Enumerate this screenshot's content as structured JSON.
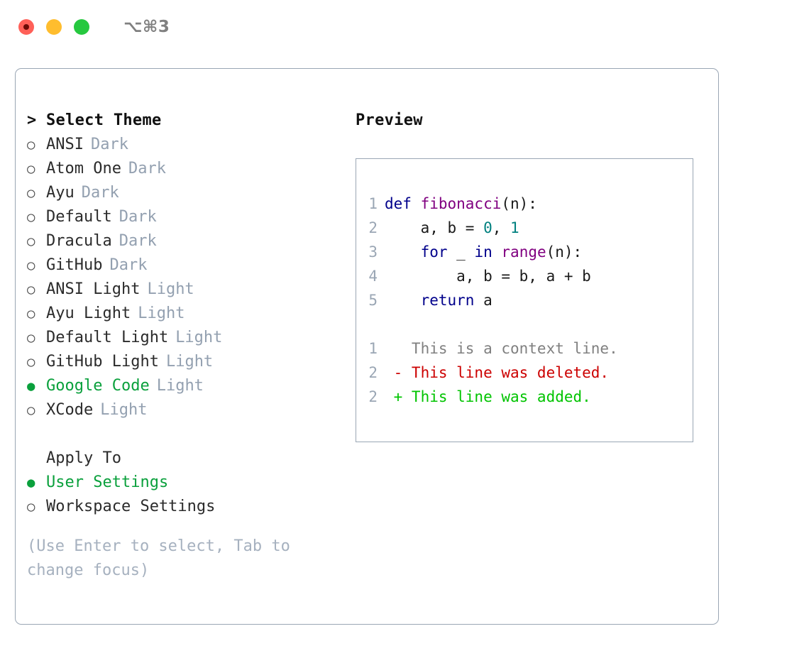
{
  "titlebar": {
    "shortcut": "⌥⌘3",
    "lights": [
      "close",
      "minimize",
      "zoom"
    ]
  },
  "left": {
    "header": {
      "caret": ">",
      "label": "Select Theme"
    },
    "marker_off": "○",
    "marker_on": "●",
    "themes": [
      {
        "name": "ANSI",
        "kind": "Dark",
        "selected": false
      },
      {
        "name": "Atom One",
        "kind": "Dark",
        "selected": false
      },
      {
        "name": "Ayu",
        "kind": "Dark",
        "selected": false
      },
      {
        "name": "Default",
        "kind": "Dark",
        "selected": false
      },
      {
        "name": "Dracula",
        "kind": "Dark",
        "selected": false
      },
      {
        "name": "GitHub",
        "kind": "Dark",
        "selected": false
      },
      {
        "name": "ANSI Light",
        "kind": "Light",
        "selected": false
      },
      {
        "name": "Ayu Light",
        "kind": "Light",
        "selected": false
      },
      {
        "name": "Default Light",
        "kind": "Light",
        "selected": false
      },
      {
        "name": "GitHub Light",
        "kind": "Light",
        "selected": false
      },
      {
        "name": "Google Code",
        "kind": "Light",
        "selected": true
      },
      {
        "name": "XCode",
        "kind": "Light",
        "selected": false
      }
    ],
    "apply_to": {
      "label": "Apply To",
      "options": [
        {
          "name": "User Settings",
          "selected": true
        },
        {
          "name": "Workspace Settings",
          "selected": false
        }
      ]
    },
    "hint": "(Use Enter to select, Tab to change focus)"
  },
  "right": {
    "title": "Preview",
    "code": [
      {
        "ln": "1",
        "tokens": [
          {
            "t": "def ",
            "c": "kw"
          },
          {
            "t": "fibonacci",
            "c": "fn"
          },
          {
            "t": "(n):",
            "c": "pl"
          }
        ]
      },
      {
        "ln": "2",
        "tokens": [
          {
            "t": "    a, b = ",
            "c": "pl"
          },
          {
            "t": "0",
            "c": "num"
          },
          {
            "t": ", ",
            "c": "pl"
          },
          {
            "t": "1",
            "c": "num"
          }
        ]
      },
      {
        "ln": "3",
        "tokens": [
          {
            "t": "    ",
            "c": "pl"
          },
          {
            "t": "for",
            "c": "kw"
          },
          {
            "t": " _ ",
            "c": "pl"
          },
          {
            "t": "in",
            "c": "kw"
          },
          {
            "t": " ",
            "c": "pl"
          },
          {
            "t": "range",
            "c": "fn"
          },
          {
            "t": "(n):",
            "c": "pl"
          }
        ]
      },
      {
        "ln": "4",
        "tokens": [
          {
            "t": "        a, b = b, a + b",
            "c": "pl"
          }
        ]
      },
      {
        "ln": "5",
        "tokens": [
          {
            "t": "    ",
            "c": "pl"
          },
          {
            "t": "return",
            "c": "kw"
          },
          {
            "t": " a",
            "c": "pl"
          }
        ]
      }
    ],
    "diff": [
      {
        "ln": "1",
        "tokens": [
          {
            "t": "   This is a context line.",
            "c": "ctx"
          }
        ]
      },
      {
        "ln": "2",
        "tokens": [
          {
            "t": " - This line was deleted.",
            "c": "del"
          }
        ]
      },
      {
        "ln": "2",
        "tokens": [
          {
            "t": " + This line was added.",
            "c": "add"
          }
        ]
      }
    ]
  },
  "colors": {
    "accent_green": "#0aa03c",
    "muted": "#93a0b0",
    "border": "#9aa6b4",
    "keyword": "#00008b",
    "function": "#800080",
    "number": "#00807f",
    "diff_add": "#00c400",
    "diff_del": "#cc0000",
    "diff_ctx": "#808080"
  }
}
